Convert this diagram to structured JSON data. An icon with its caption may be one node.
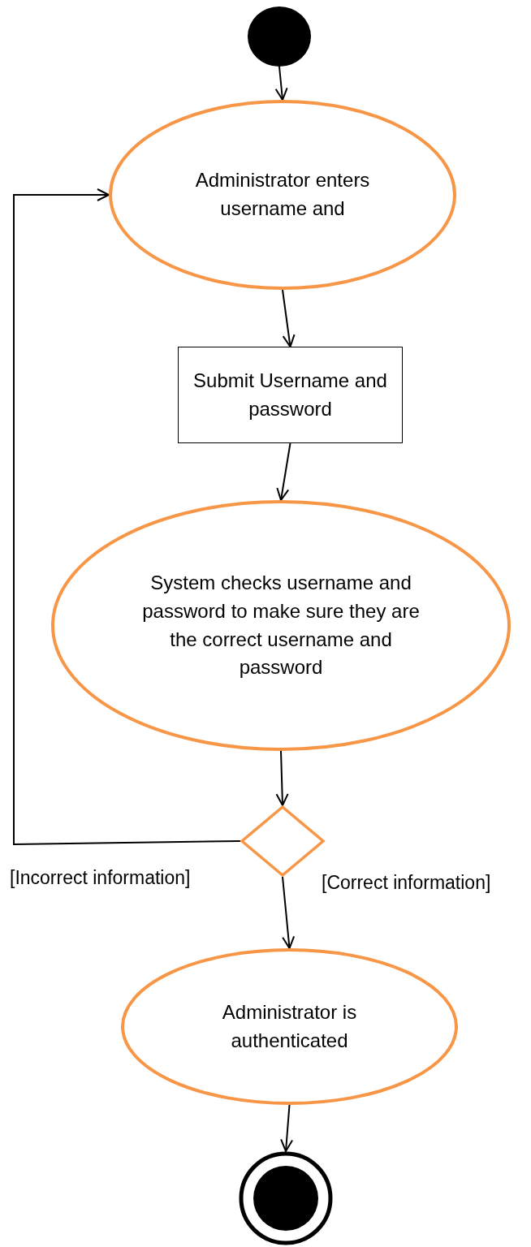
{
  "diagram": {
    "nodes": [
      {
        "text": [],
        "shape": "circle"
      },
      {
        "text": [
          "Administrator enters username and"
        ]
      },
      {
        "text": [
          "Submit Username and password"
        ]
      },
      {
        "text": [
          "System checks username and password to make sure they are the correct username and password"
        ]
      },
      {
        "text": [],
        "shape": "diamond"
      },
      {
        "text": [
          "Administrator is authenticated"
        ]
      },
      {
        "text": [],
        "shape": "bullseye"
      }
    ],
    "edges": [
      {
        "from": 0,
        "to": 1,
        "arrow": "to"
      },
      {
        "from": 1,
        "to": 2,
        "arrow": "to"
      },
      {
        "from": 2,
        "to": 3,
        "arrow": "to"
      },
      {
        "from": 3,
        "to": 4,
        "arrow": "to"
      },
      {
        "from": 4,
        "to": 1,
        "arrow": "to",
        "label": "[Incorrect information]"
      },
      {
        "from": 4,
        "to": 5,
        "arrow": "to",
        "label": "[Correct information]"
      },
      {
        "from": 5,
        "to": 6,
        "arrow": "to"
      }
    ]
  }
}
